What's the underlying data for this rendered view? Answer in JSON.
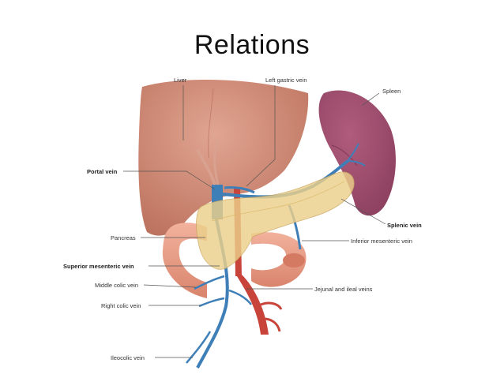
{
  "slide": {
    "title": "Relations"
  },
  "labels": {
    "liver": "Liver",
    "left_gastric_vein": "Left gastric vein",
    "spleen": "Spleen",
    "portal_vein": "Portal vein",
    "splenic_vein": "Splenic vein",
    "pancreas": "Pancreas",
    "inferior_mesenteric_vein": "Inferior mesenteric vein",
    "superior_mesenteric_vein": "Superior mesenteric vein",
    "middle_colic_vein": "Middle colic vein",
    "jejunal_ileal_veins": "Jejunal and ileal veins",
    "right_colic_vein": "Right colic vein",
    "ileocolic_vein": "Ileocolic vein"
  },
  "colors": {
    "liver": "#c8836d",
    "spleen": "#9a4a6a",
    "vein": "#3f7fb8",
    "artery": "#c8443a",
    "pancreas": "#e8cf8a",
    "intestine": "#e8a08a"
  }
}
